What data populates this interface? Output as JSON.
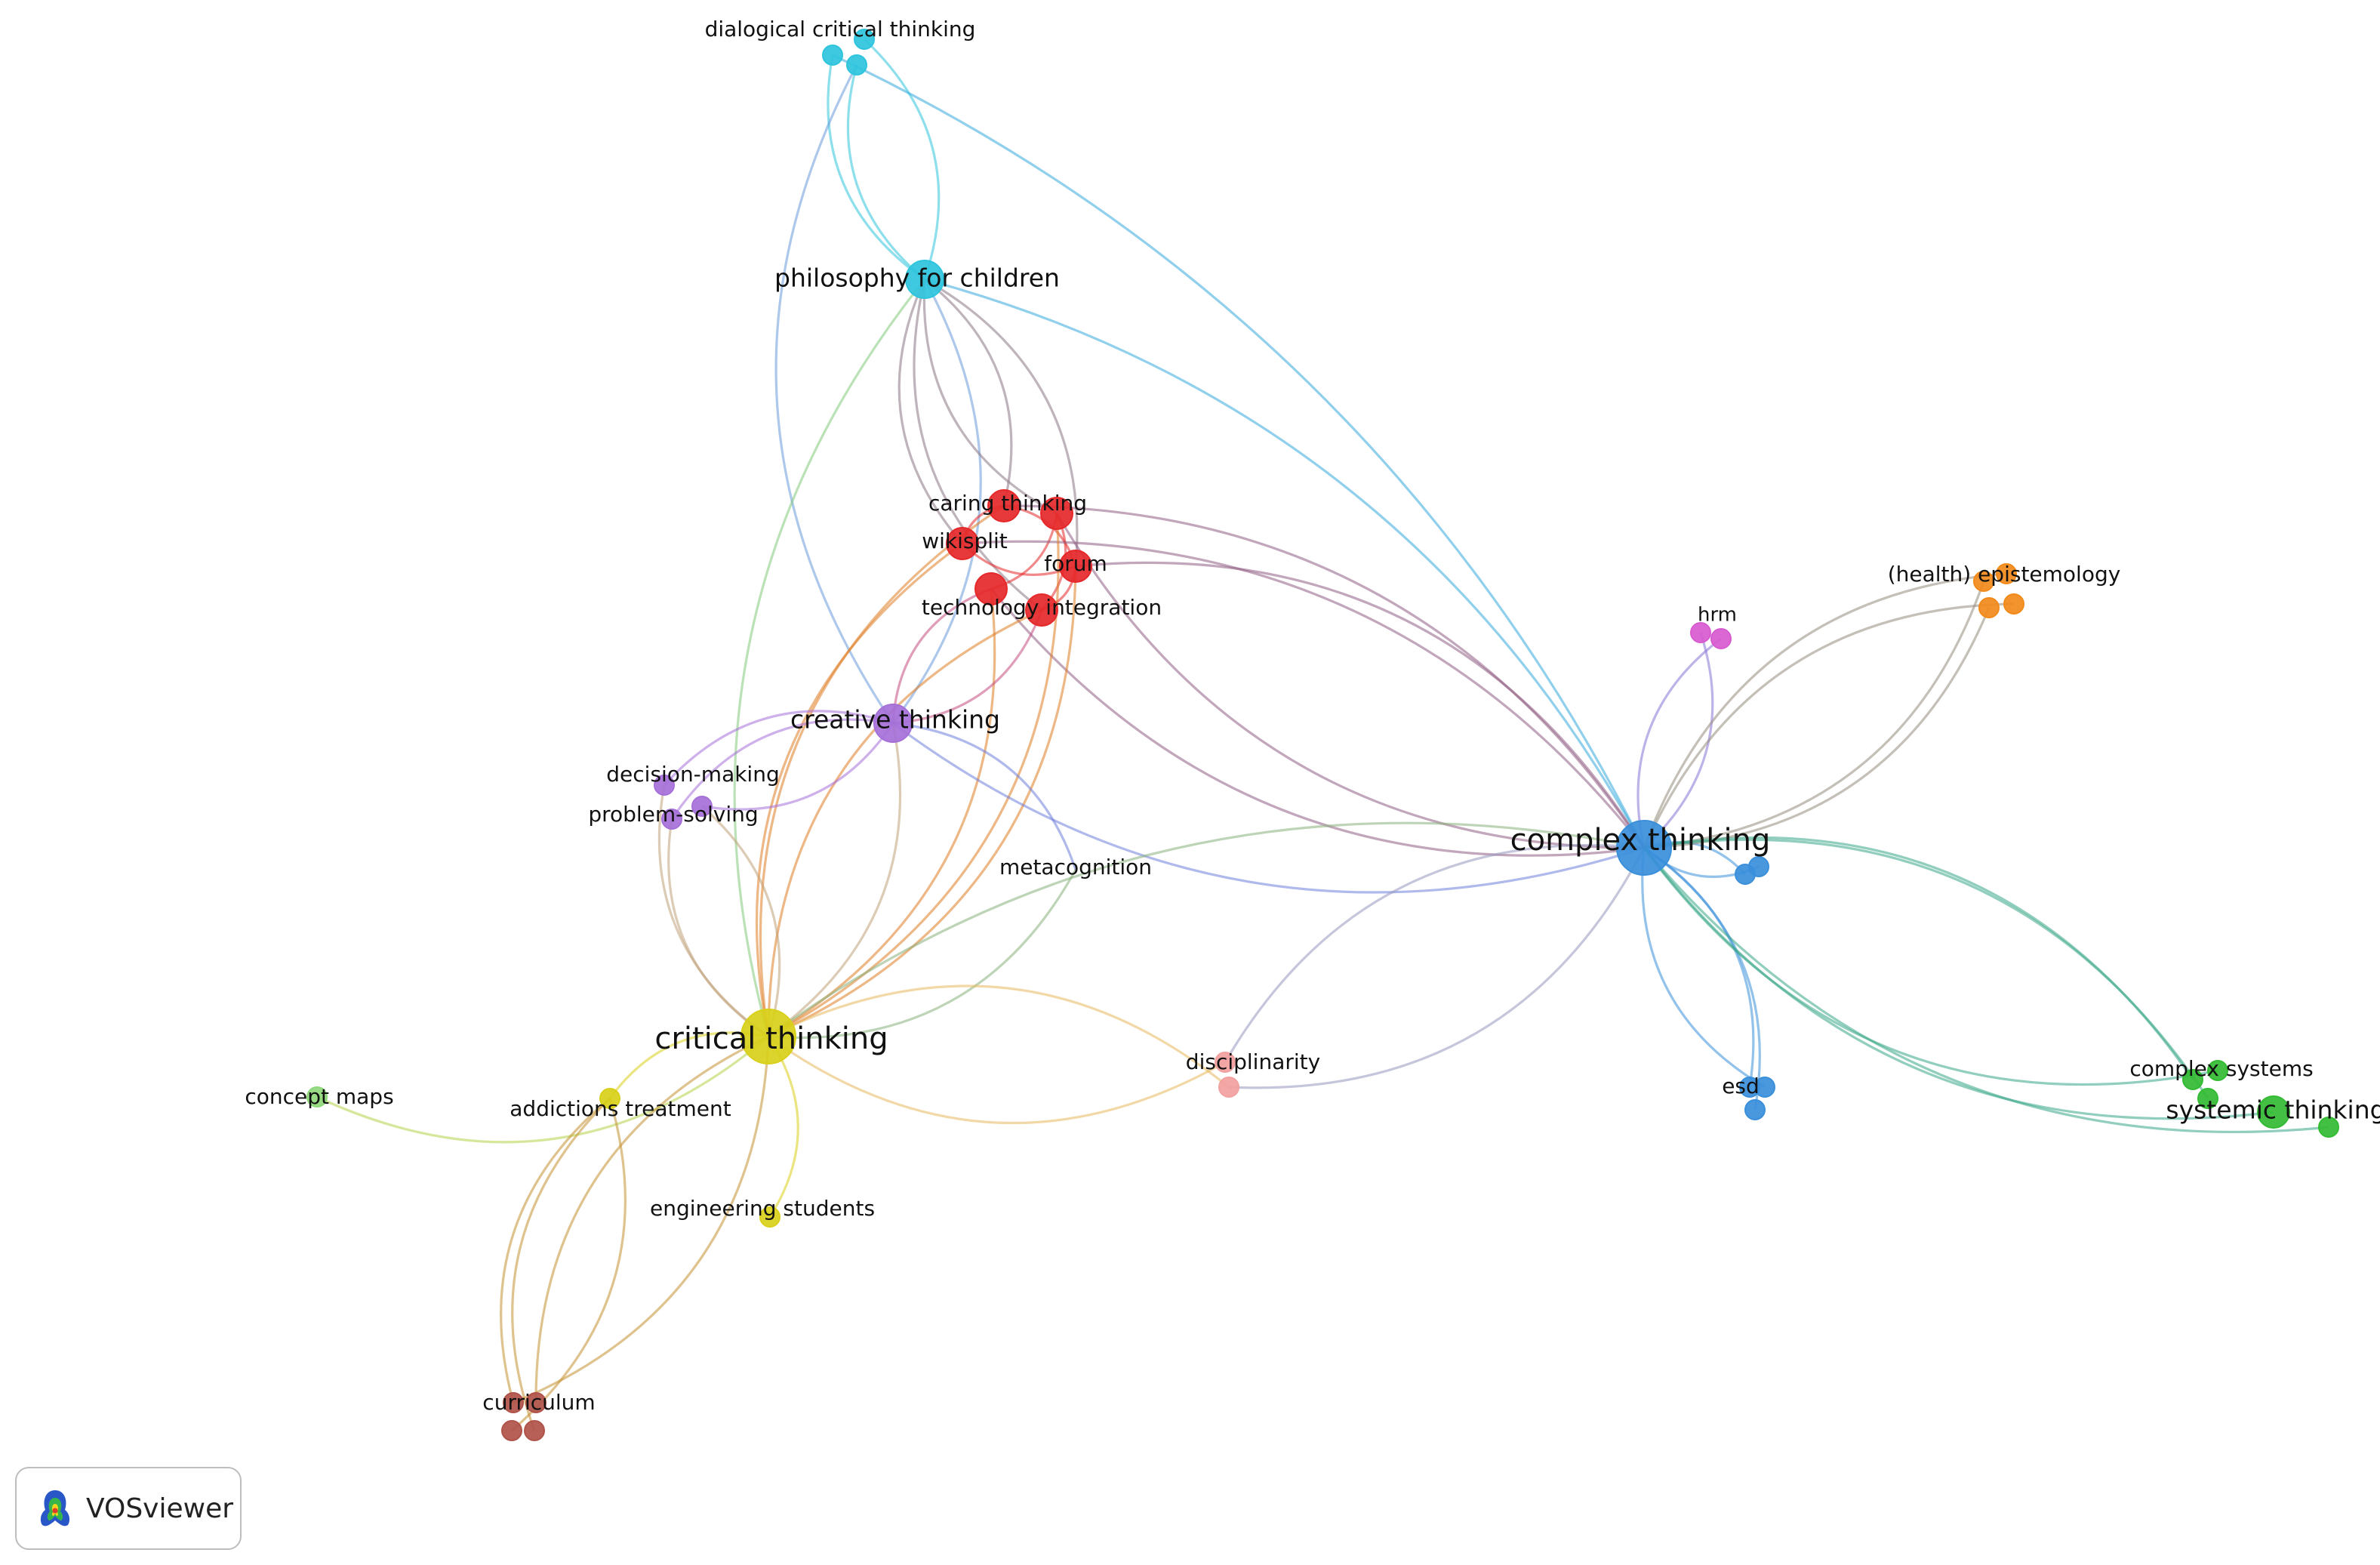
{
  "window": {
    "brand_label": "VOSviewer"
  },
  "colors": {
    "cyan": "#2fc4dd",
    "red": "#e5282a",
    "purple": "#a570d8",
    "yellow": "#d8d01a",
    "blue": "#3a8fdb",
    "orange": "#f28a1b",
    "magenta": "#d85ad0",
    "green": "#33bb33",
    "pink": "#f2a0a0",
    "brown": "#b0534a",
    "lightgreen": "#8fd87a"
  },
  "network": {
    "clusters": [
      "cyan",
      "red",
      "purple",
      "yellow",
      "blue",
      "orange",
      "magenta",
      "green",
      "pink",
      "brown",
      "lightgreen"
    ],
    "nodes": [
      {
        "id": "dialogical critical thinking",
        "label": "dialogical critical thinking",
        "cluster": "cyan",
        "weight": 1
      },
      {
        "id": "dct-b",
        "label": "",
        "cluster": "cyan",
        "weight": 1
      },
      {
        "id": "dct-c",
        "label": "",
        "cluster": "cyan",
        "weight": 1
      },
      {
        "id": "philosophy for children",
        "label": "philosophy for children",
        "cluster": "cyan",
        "weight": 3
      },
      {
        "id": "caring thinking",
        "label": "caring thinking",
        "cluster": "red",
        "weight": 2
      },
      {
        "id": "red-b",
        "label": "",
        "cluster": "red",
        "weight": 2
      },
      {
        "id": "wikisplit",
        "label": "wikisplit",
        "cluster": "red",
        "weight": 2
      },
      {
        "id": "forum",
        "label": "forum",
        "cluster": "red",
        "weight": 2
      },
      {
        "id": "red-e",
        "label": "",
        "cluster": "red",
        "weight": 2
      },
      {
        "id": "technology integration",
        "label": "technology integration",
        "cluster": "red",
        "weight": 2
      },
      {
        "id": "creative thinking",
        "label": "creative thinking",
        "cluster": "purple",
        "weight": 3
      },
      {
        "id": "decision-making",
        "label": "decision-making",
        "cluster": "purple",
        "weight": 1
      },
      {
        "id": "problem-solving",
        "label": "problem-solving",
        "cluster": "purple",
        "weight": 1
      },
      {
        "id": "purple-d",
        "label": "",
        "cluster": "purple",
        "weight": 1
      },
      {
        "id": "metacognition",
        "label": "metacognition",
        "cluster": "blue",
        "weight": 0
      },
      {
        "id": "critical thinking",
        "label": "critical thinking",
        "cluster": "yellow",
        "weight": 5
      },
      {
        "id": "addictions treatment",
        "label": "addictions treatment",
        "cluster": "yellow",
        "weight": 1
      },
      {
        "id": "engineering students",
        "label": "engineering students",
        "cluster": "yellow",
        "weight": 1
      },
      {
        "id": "concept maps",
        "label": "concept maps",
        "cluster": "lightgreen",
        "weight": 1
      },
      {
        "id": "curriculum",
        "label": "curriculum",
        "cluster": "brown",
        "weight": 1
      },
      {
        "id": "brown-b",
        "label": "",
        "cluster": "brown",
        "weight": 1
      },
      {
        "id": "brown-c",
        "label": "",
        "cluster": "brown",
        "weight": 1
      },
      {
        "id": "brown-d",
        "label": "",
        "cluster": "brown",
        "weight": 1
      },
      {
        "id": "complex thinking",
        "label": "complex thinking",
        "cluster": "blue",
        "weight": 5
      },
      {
        "id": "blue-b",
        "label": "",
        "cluster": "blue",
        "weight": 1
      },
      {
        "id": "blue-c",
        "label": "",
        "cluster": "blue",
        "weight": 1
      },
      {
        "id": "esd",
        "label": "esd",
        "cluster": "blue",
        "weight": 1
      },
      {
        "id": "esd-b",
        "label": "",
        "cluster": "blue",
        "weight": 1
      },
      {
        "id": "esd-c",
        "label": "",
        "cluster": "blue",
        "weight": 1
      },
      {
        "id": "disciplinarity",
        "label": "disciplinarity",
        "cluster": "pink",
        "weight": 1
      },
      {
        "id": "pink-b",
        "label": "",
        "cluster": "pink",
        "weight": 1
      },
      {
        "id": "hrm",
        "label": "hrm",
        "cluster": "magenta",
        "weight": 1
      },
      {
        "id": "hrm-b",
        "label": "",
        "cluster": "magenta",
        "weight": 1
      },
      {
        "id": "(health) epistemology",
        "label": "(health) epistemology",
        "cluster": "orange",
        "weight": 1
      },
      {
        "id": "orange-b",
        "label": "",
        "cluster": "orange",
        "weight": 1
      },
      {
        "id": "orange-c",
        "label": "",
        "cluster": "orange",
        "weight": 1
      },
      {
        "id": "orange-d",
        "label": "",
        "cluster": "orange",
        "weight": 1
      },
      {
        "id": "complex systems",
        "label": "complex systems",
        "cluster": "green",
        "weight": 1
      },
      {
        "id": "green-b",
        "label": "",
        "cluster": "green",
        "weight": 1
      },
      {
        "id": "systemic thinking",
        "label": "systemic thinking",
        "cluster": "green",
        "weight": 2
      },
      {
        "id": "green-d",
        "label": "",
        "cluster": "green",
        "weight": 1
      },
      {
        "id": "green-e",
        "label": "",
        "cluster": "green",
        "weight": 1
      }
    ],
    "links": [
      [
        "dialogical critical thinking",
        "philosophy for children"
      ],
      [
        "dct-b",
        "philosophy for children"
      ],
      [
        "dct-c",
        "philosophy for children"
      ],
      [
        "dialogical critical thinking",
        "complex thinking"
      ],
      [
        "dct-c",
        "creative thinking"
      ],
      [
        "philosophy for children",
        "complex thinking"
      ],
      [
        "philosophy for children",
        "critical thinking"
      ],
      [
        "philosophy for children",
        "caring thinking"
      ],
      [
        "philosophy for children",
        "wikisplit"
      ],
      [
        "philosophy for children",
        "forum"
      ],
      [
        "philosophy for children",
        "technology integration"
      ],
      [
        "philosophy for children",
        "creative thinking"
      ],
      [
        "philosophy for children",
        "red-b"
      ],
      [
        "caring thinking",
        "forum"
      ],
      [
        "caring thinking",
        "wikisplit"
      ],
      [
        "red-b",
        "technology integration"
      ],
      [
        "wikisplit",
        "forum"
      ],
      [
        "forum",
        "technology integration"
      ],
      [
        "red-e",
        "red-b"
      ],
      [
        "caring thinking",
        "complex thinking"
      ],
      [
        "red-b",
        "complex thinking"
      ],
      [
        "forum",
        "complex thinking"
      ],
      [
        "red-e",
        "complex thinking"
      ],
      [
        "wikisplit",
        "complex thinking"
      ],
      [
        "caring thinking",
        "critical thinking"
      ],
      [
        "red-b",
        "critical thinking"
      ],
      [
        "wikisplit",
        "critical thinking"
      ],
      [
        "forum",
        "critical thinking"
      ],
      [
        "technology integration",
        "critical thinking"
      ],
      [
        "red-e",
        "critical thinking"
      ],
      [
        "red-e",
        "creative thinking"
      ],
      [
        "technology integration",
        "creative thinking"
      ],
      [
        "creative thinking",
        "complex thinking"
      ],
      [
        "creative thinking",
        "critical thinking"
      ],
      [
        "creative thinking",
        "decision-making"
      ],
      [
        "creative thinking",
        "problem-solving"
      ],
      [
        "creative thinking",
        "purple-d"
      ],
      [
        "creative thinking",
        "metacognition"
      ],
      [
        "decision-making",
        "critical thinking"
      ],
      [
        "problem-solving",
        "critical thinking"
      ],
      [
        "purple-d",
        "critical thinking"
      ],
      [
        "critical thinking",
        "complex thinking"
      ],
      [
        "critical thinking",
        "metacognition"
      ],
      [
        "critical thinking",
        "concept maps"
      ],
      [
        "critical thinking",
        "addictions treatment"
      ],
      [
        "critical thinking",
        "engineering students"
      ],
      [
        "critical thinking",
        "disciplinarity"
      ],
      [
        "critical thinking",
        "curriculum"
      ],
      [
        "critical thinking",
        "brown-b"
      ],
      [
        "critical thinking",
        "pink-b"
      ],
      [
        "addictions treatment",
        "curriculum"
      ],
      [
        "addictions treatment",
        "brown-c"
      ],
      [
        "addictions treatment",
        "brown-d"
      ],
      [
        "disciplinarity",
        "complex thinking"
      ],
      [
        "pink-b",
        "complex thinking"
      ],
      [
        "complex thinking",
        "blue-b"
      ],
      [
        "complex thinking",
        "blue-c"
      ],
      [
        "complex thinking",
        "esd"
      ],
      [
        "complex thinking",
        "esd-b"
      ],
      [
        "complex thinking",
        "esd-c"
      ],
      [
        "complex thinking",
        "hrm"
      ],
      [
        "complex thinking",
        "hrm-b"
      ],
      [
        "complex thinking",
        "(health) epistemology"
      ],
      [
        "complex thinking",
        "orange-b"
      ],
      [
        "complex thinking",
        "orange-c"
      ],
      [
        "complex thinking",
        "orange-d"
      ],
      [
        "complex thinking",
        "complex systems"
      ],
      [
        "complex thinking",
        "green-b"
      ],
      [
        "complex thinking",
        "systemic thinking"
      ],
      [
        "complex thinking",
        "green-d"
      ],
      [
        "complex thinking",
        "green-e"
      ]
    ]
  }
}
